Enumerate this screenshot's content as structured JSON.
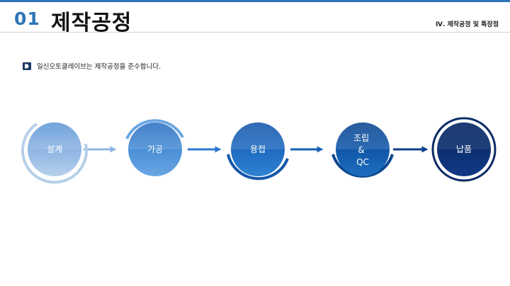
{
  "header": {
    "number": "01",
    "title": "제작공정",
    "section": "Ⅳ. 제작공정 및 특장점"
  },
  "intro": {
    "text": "일신오토클레이브는 제작공정을 준수합니다."
  },
  "steps": [
    {
      "lines": [
        "설계"
      ]
    },
    {
      "lines": [
        "가공"
      ]
    },
    {
      "lines": [
        "용접"
      ]
    },
    {
      "lines": [
        "조립",
        "&",
        "QC"
      ]
    },
    {
      "lines": [
        "납품"
      ]
    }
  ],
  "colors": {
    "accent": "#2e75b6",
    "step1": "#8db4e2",
    "step2": "#4a8fd6",
    "step3": "#1f6bc0",
    "step4": "#0f57a8",
    "step5": "#0a2f6e"
  }
}
